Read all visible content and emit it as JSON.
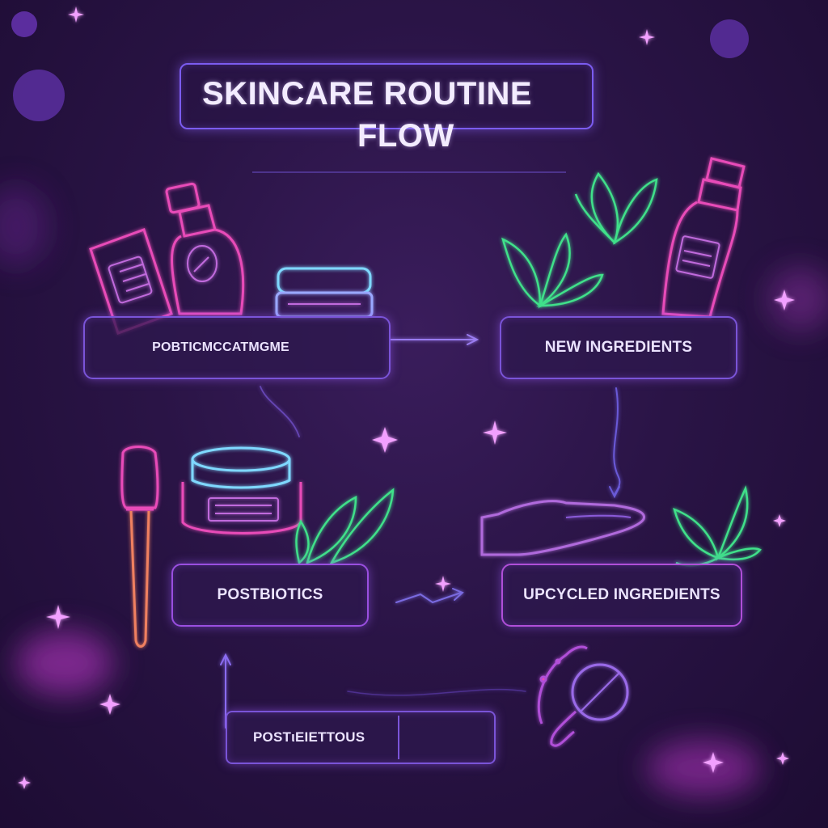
{
  "title": {
    "line1": "SKINCARE ROUTINE",
    "line2": "FLOW"
  },
  "nodes": [
    {
      "id": "a",
      "label": "POBTICMCCATMGME"
    },
    {
      "id": "b",
      "label": "NEW INGREDIENTS"
    },
    {
      "id": "c",
      "label": "POSTBIOTICS"
    },
    {
      "id": "d",
      "label": "UPCYCLED INGREDIENTS"
    },
    {
      "id": "e",
      "label": "POSTιEIETTOUS"
    }
  ],
  "icons": [
    "cream-tube-icon",
    "spray-bottle-icon",
    "cream-jar-icon",
    "leaves-icon",
    "serum-bottle-icon",
    "dropper-icon",
    "open-hand-icon",
    "magnifier-icon",
    "sparkle-icon"
  ],
  "colors": {
    "background": "#2a1446",
    "node_border": "#7a54d8",
    "accent_pink": "#e04fd0",
    "accent_green": "#3fe08a",
    "accent_cyan": "#7fd8ff"
  }
}
